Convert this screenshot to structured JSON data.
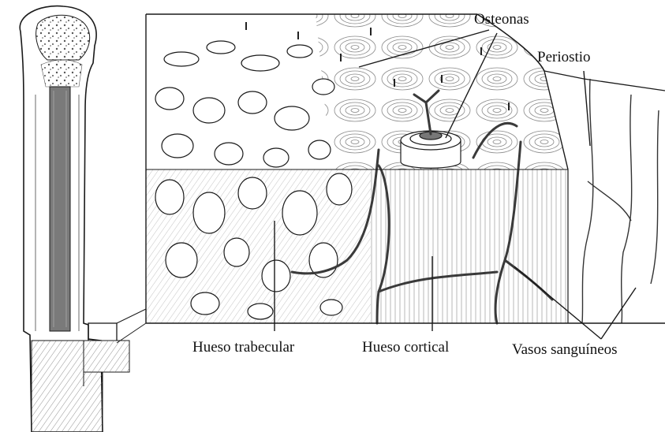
{
  "labels": {
    "osteons": "Osteonas",
    "periosteum": "Periostio",
    "trabecular_bone": "Hueso trabecular",
    "cortical_bone": "Hueso cortical",
    "blood_vessels": "Vasos sanguíneos"
  },
  "colors": {
    "ink": "#1a1a1a",
    "marrow": "#7a7a7a",
    "paper": "#ffffff",
    "vessel": "#3a3a3a"
  }
}
